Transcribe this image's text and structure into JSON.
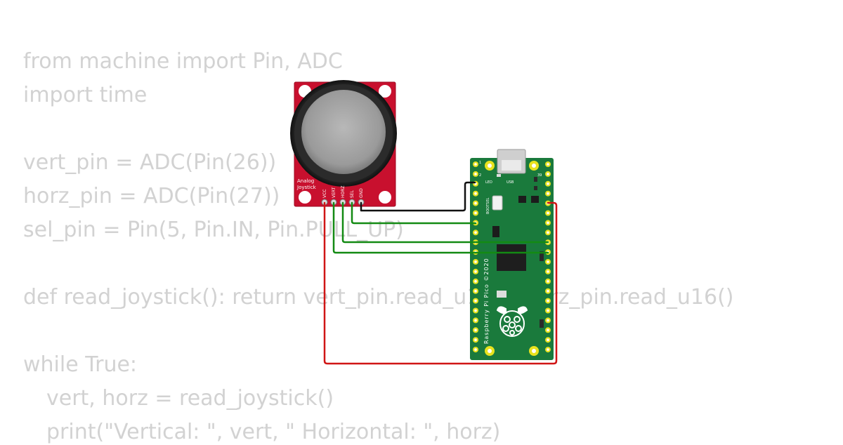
{
  "code": {
    "lines": [
      "from machine import Pin, ADC",
      "import time",
      "",
      "vert_pin = ADC(Pin(26))",
      "horz_pin = ADC(Pin(27))",
      "sel_pin = Pin(5, Pin.IN, Pin.PULL_UP)",
      "",
      "def read_joystick(): return vert_pin.read_u16(), horz_pin.read_u16()",
      "",
      "while True:",
      "vert, horz = read_joystick()",
      "print(\"Vertical: \", vert, \" Horizontal: \", horz)"
    ]
  },
  "joystick": {
    "label_line1": "Analog",
    "label_line2": "Joystick",
    "pins": [
      "VCC",
      "VERT",
      "HORZ",
      "SEL",
      "GND"
    ],
    "board_color": "#c8102e"
  },
  "pico": {
    "silkscreen": "Raspberry Pi Pico ©2020",
    "led_label": "LED",
    "usb_label": "USB",
    "bootsel_label": "BOOTSEL",
    "pin_1": "1",
    "pin_2": "2",
    "pin_39": "39",
    "board_color": "#1a7a3c"
  },
  "wires": {
    "gnd_color": "#111111",
    "signal_color": "#138a13",
    "power_color": "#d01515"
  }
}
